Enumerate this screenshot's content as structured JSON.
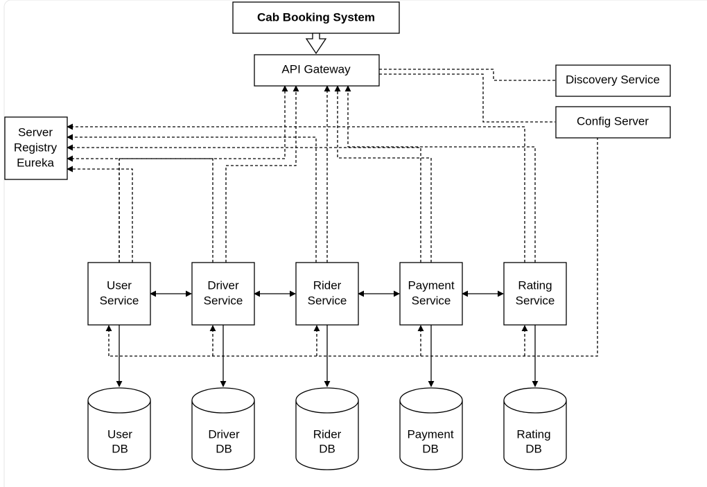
{
  "nodes": {
    "title": "Cab Booking System",
    "gateway": "API Gateway",
    "discovery": "Discovery Service",
    "config": "Config Server",
    "registry": [
      "Server",
      "Registry",
      "Eureka"
    ],
    "services": {
      "user": [
        "User",
        "Service"
      ],
      "driver": [
        "Driver",
        "Service"
      ],
      "rider": [
        "Rider",
        "Service"
      ],
      "payment": [
        "Payment",
        "Service"
      ],
      "rating": [
        "Rating",
        "Service"
      ]
    },
    "databases": {
      "user": [
        "User",
        "DB"
      ],
      "driver": [
        "Driver",
        "DB"
      ],
      "rider": [
        "Rider",
        "DB"
      ],
      "payment": [
        "Payment",
        "DB"
      ],
      "rating": [
        "Rating",
        "DB"
      ]
    }
  }
}
